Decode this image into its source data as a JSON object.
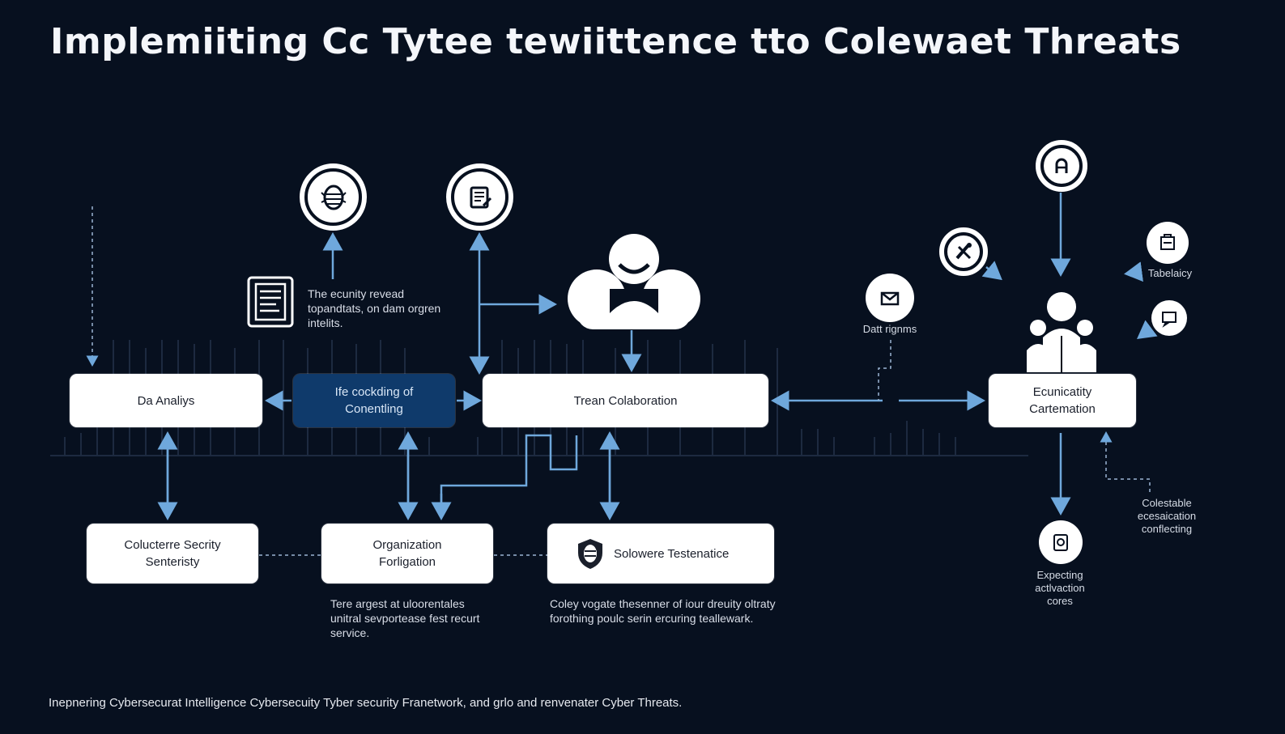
{
  "title": "Implemiiting Cc Tytee tewiittence tto Colewaet Threats",
  "nodes": {
    "data_analysis": "Da Analiys",
    "center_dark": "Ife cockding of Conentling",
    "team_collab": "Trean Colaboration",
    "ecunicatity": "Ecunicatity Cartemation",
    "collecterre": "Colucterre Secrity Senteristy",
    "organization": "Organization Forligation",
    "solowere": "Solowere Testenatice"
  },
  "notes": {
    "security_note": "The ecunity revead topandtats, on dam orgren intelits.",
    "organization_note": "Tere argest at uloorentales unitral sevportease fest recurt service.",
    "solowere_note": "Coley vogate thesenner of iour dreuity oltraty forothing poulc serin ercuring teallewark."
  },
  "labels": {
    "datt_rigns": "Datt rignms",
    "tabelaicy": "Tabelaicy",
    "collectable": "Colestable ecesaication conflecting",
    "expecting": "Expecting actlvaction cores"
  },
  "icons": [
    "shield-bug-icon",
    "document-edit-icon",
    "user-cloud-icon",
    "info-circle-icon",
    "tools-icon",
    "mail-icon",
    "lock-doc-icon",
    "chat-icon",
    "team-icon",
    "gear-doc-icon",
    "policy-doc-icon",
    "shield-icon"
  ],
  "colors": {
    "background": "#07101f",
    "accent": "#6fa8dc",
    "dark_node": "#0f3a6b"
  },
  "footer": "Inepnering Cybersecurat Intelligence Cybersecuity Tyber security Franetwork, and grlo and renvenater Cyber Threats."
}
